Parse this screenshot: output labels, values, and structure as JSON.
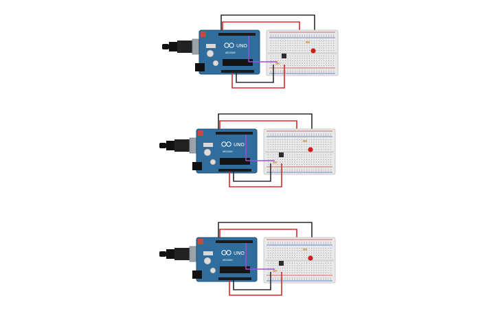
{
  "canvas": {
    "background": "#ffffff"
  },
  "colors": {
    "board": "#2f6d9c",
    "board_dark": "#1f4f74",
    "header": "#1b1b1b",
    "breadboard": "#e8e8e8",
    "breadboard_edge": "#c9c9c9",
    "rail_red": "#d33b3b",
    "rail_blue": "#3b62d3",
    "wire_black": "#2a2a2a",
    "wire_red": "#d62828",
    "wire_purple": "#a64bd8",
    "led": "#cc1f1f",
    "resistor": "#d9b27a",
    "usb": "#9aa3aa",
    "jack": "#111111"
  },
  "circuits": [
    {
      "id": "circuit-1",
      "board_label": "UNO",
      "board_brand": "ARDUINO",
      "icons": [
        "arduino-infinity-icon",
        "usb-cable-icon",
        "led-icon",
        "pushbutton-icon",
        "resistor-icon"
      ]
    },
    {
      "id": "circuit-2",
      "board_label": "UNO",
      "board_brand": "ARDUINO",
      "icons": [
        "arduino-infinity-icon",
        "usb-cable-icon",
        "led-icon",
        "pushbutton-icon",
        "resistor-icon"
      ]
    },
    {
      "id": "circuit-3",
      "board_label": "UNO",
      "board_brand": "ARDUINO",
      "icons": [
        "arduino-infinity-icon",
        "usb-cable-icon",
        "led-icon",
        "pushbutton-icon",
        "resistor-icon"
      ]
    }
  ]
}
